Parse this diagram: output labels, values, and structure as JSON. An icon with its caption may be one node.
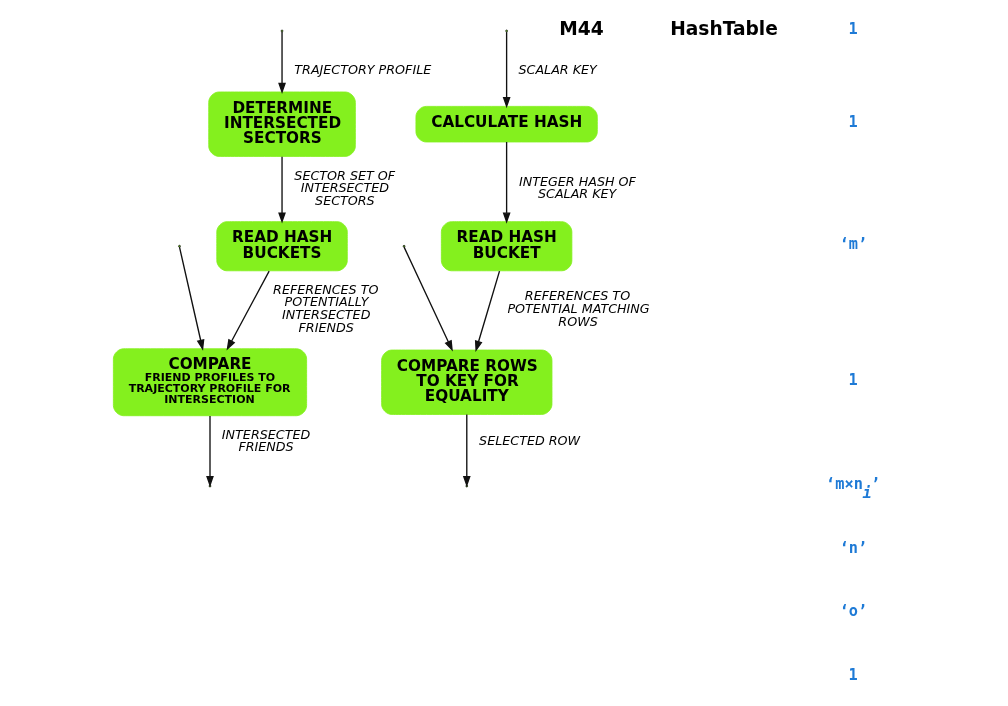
{
  "diagram": {
    "nodes": [
      {
        "text": [
          "DETERMINE INTERSECTED SECTORS"
        ]
      },
      {
        "text": [
          "READ HASH BUCKETS"
        ]
      },
      {
        "text": [
          "COMPARE",
          "FRIEND PROFILES TO TRAJECTORY PROFILE FOR INTERSECTION"
        ]
      },
      {
        "text": [
          "CALCULATE HASH"
        ]
      },
      {
        "text": [
          "READ HASH BUCKET"
        ]
      },
      {
        "text": [
          "COMPARE ROWS TO KEY FOR EQUALITY"
        ]
      }
    ],
    "edges": [
      {
        "from": null,
        "to": 0,
        "arrow": "to",
        "label": "TRAJECTORY PROFILE"
      },
      {
        "from": null,
        "to": 2,
        "arrow": "to"
      },
      {
        "from": 0,
        "to": 1,
        "arrow": "to",
        "label": "SECTOR SET OF INTERSECTED SECTORS"
      },
      {
        "from": 1,
        "to": 2,
        "arrow": "to",
        "label": "REFERENCES TO POTENTIALLY INTERSECTED FRIENDS"
      },
      {
        "from": 2,
        "to": null,
        "arrow": "to",
        "label": "INTERSECTED FRIENDS"
      },
      {
        "from": null,
        "to": 3,
        "arrow": "to",
        "label": "SCALAR KEY"
      },
      {
        "from": null,
        "to": 5,
        "arrow": "to"
      },
      {
        "from": 3,
        "to": 4,
        "arrow": "to",
        "label": "INTEGER HASH OF SCALAR KEY"
      },
      {
        "from": 4,
        "to": 5,
        "arrow": "to",
        "label": "REFERENCES TO POTENTIAL MATCHING ROWS"
      },
      {
        "from": 5,
        "to": null,
        "arrow": "to",
        "label": "SELECTED ROW"
      }
    ],
    "labels": [
      "M44",
      "HashTable",
      "1",
      "1",
      "‘m’",
      "1",
      "‘m×n$_{i}$’",
      "‘n’",
      "‘o’",
      "1"
    ]
  }
}
